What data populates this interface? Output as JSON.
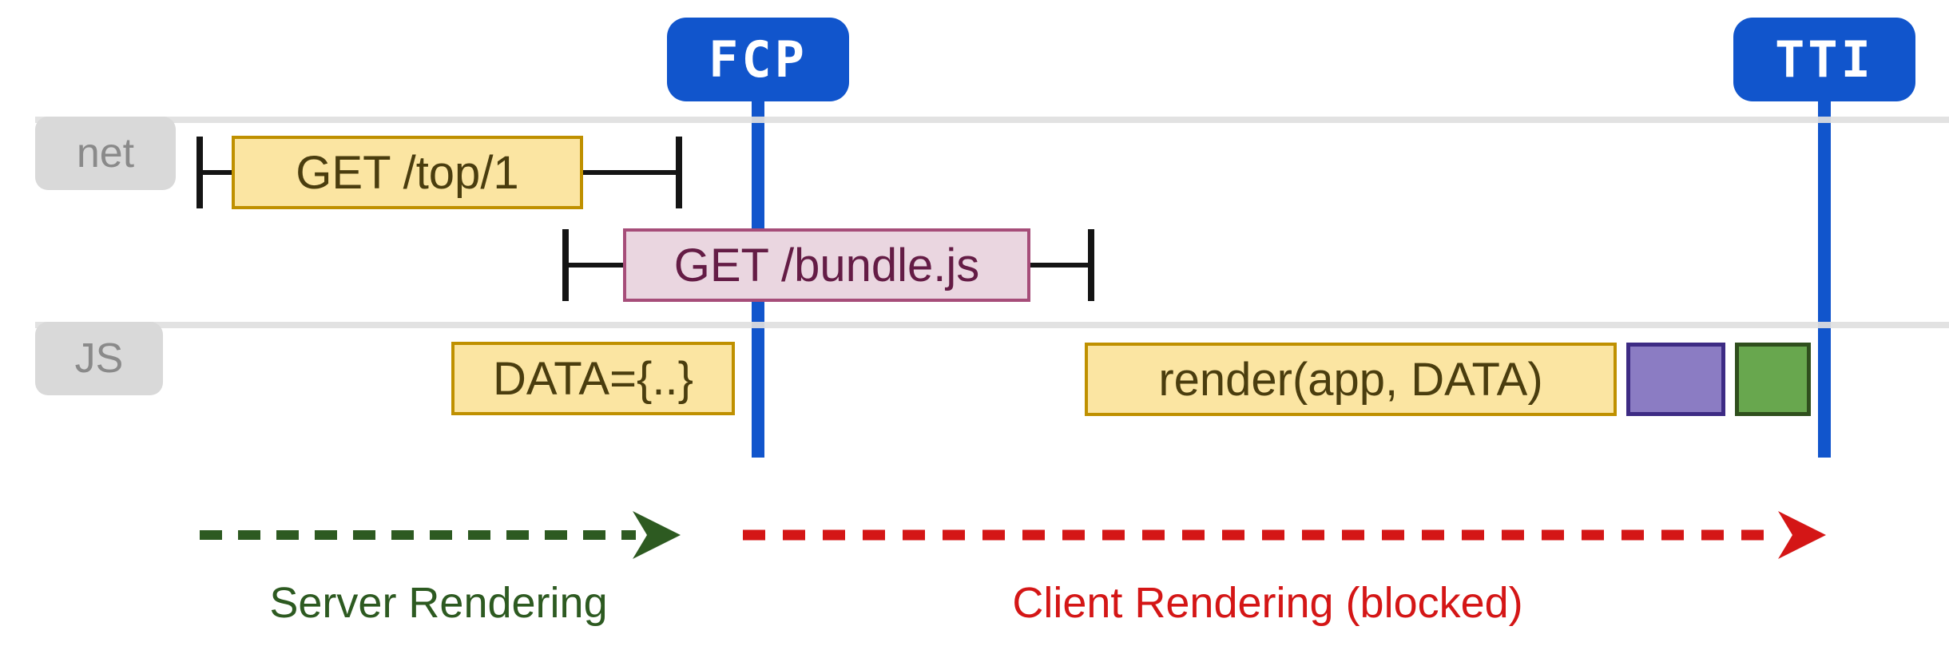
{
  "badges": {
    "fcp": {
      "label": "FCP"
    },
    "tti": {
      "label": "TTI"
    }
  },
  "lanes": {
    "net": {
      "label": "net"
    },
    "js": {
      "label": "JS"
    }
  },
  "events": {
    "get_top": {
      "label": "GET /top/1"
    },
    "get_bundle": {
      "label": "GET /bundle.js"
    },
    "data_assign": {
      "label": "DATA={..}"
    },
    "render_call": {
      "label": "render(app, DATA)"
    }
  },
  "phases": {
    "server": {
      "label": "Server Rendering",
      "color": "#2d5a21"
    },
    "client": {
      "label": "Client Rendering (blocked)",
      "color": "#d41616"
    }
  },
  "colors": {
    "badge_blue": "#1155cc",
    "marker_stem_blue": "#1155cc",
    "lane_line_gray": "#e0e0e0",
    "lane_tab_gray": "#d9d9d9",
    "lane_label_gray": "#8a8a8a",
    "event_yellow_fill": "#fbe5a2",
    "event_yellow_border": "#bf9000",
    "event_yellow_text": "#4a3d0e",
    "event_pink_fill": "#ead6e0",
    "event_pink_border": "#a64d79",
    "event_pink_text": "#641c45",
    "task_purple_fill": "#8b7cc3",
    "task_purple_border": "#3d2b84",
    "task_green_fill": "#68a74e",
    "task_green_border": "#2f4f1d",
    "whisker_black": "#141414"
  }
}
